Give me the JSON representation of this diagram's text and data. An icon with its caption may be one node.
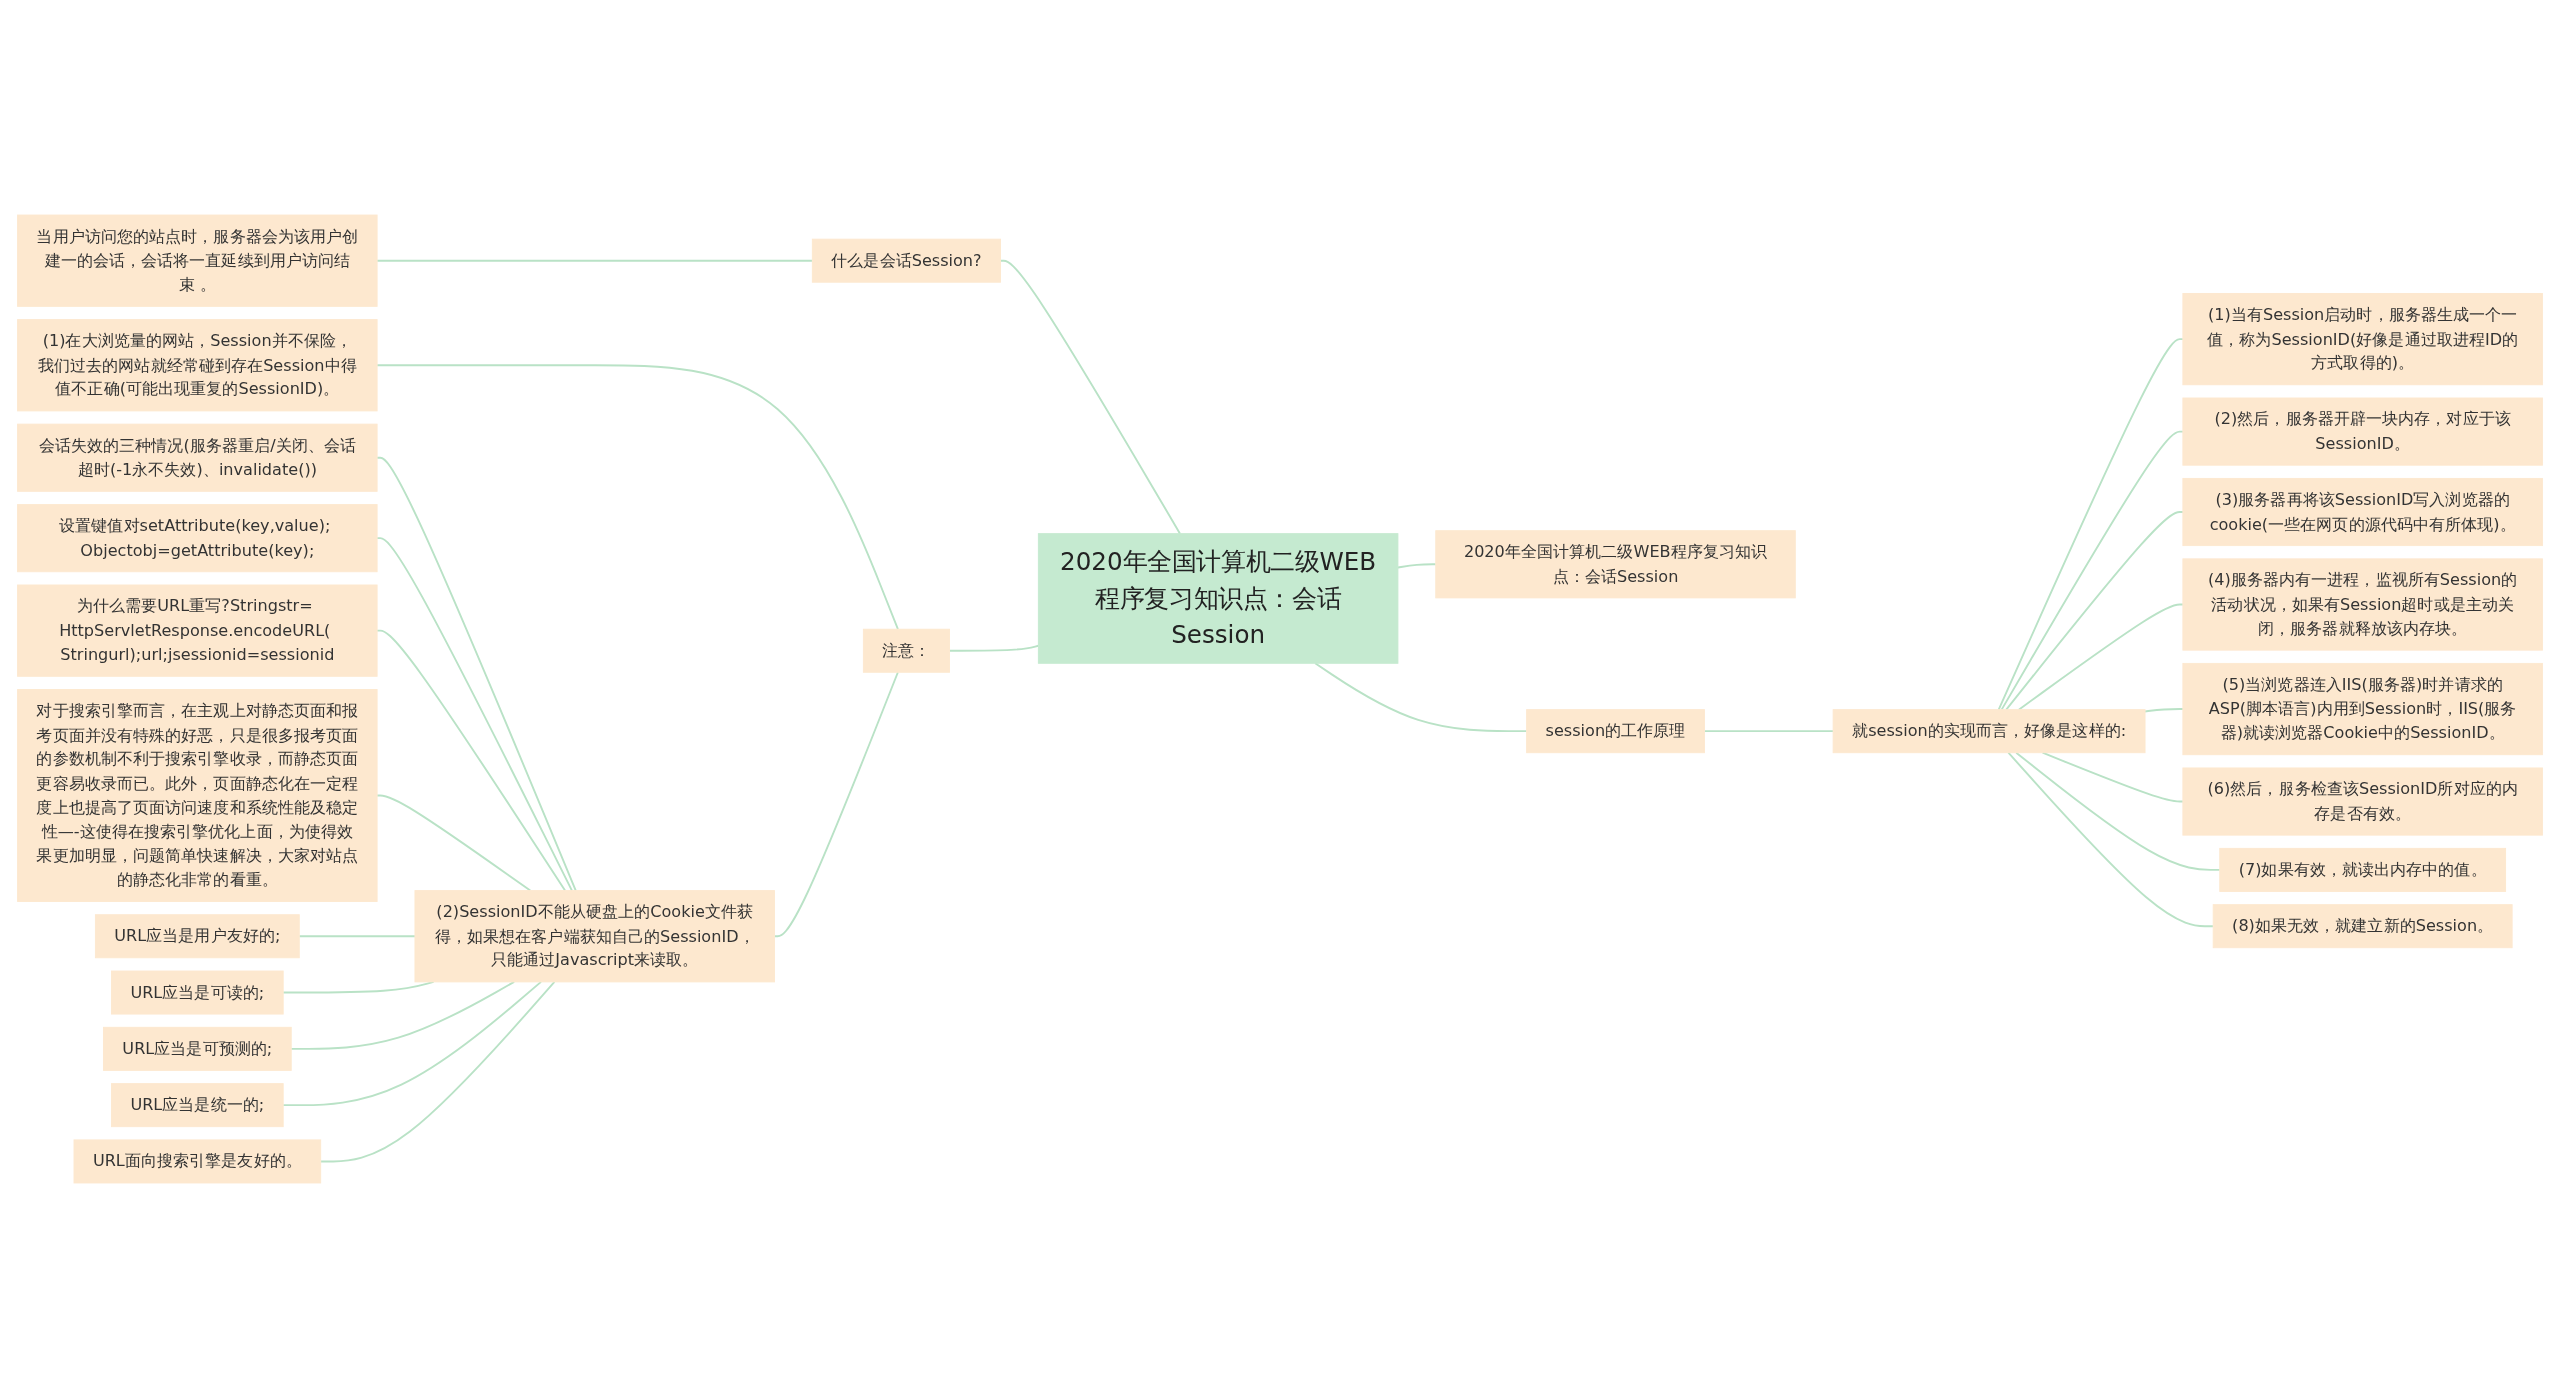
{
  "diagram": {
    "nodes": [
      {
        "text": [
          "2020年全国计算机二级WEB程序复习知识点：会话Session"
        ]
      },
      {
        "text": [
          "什么是会话Session?"
        ]
      },
      {
        "text": [
          "当用户访问您的站点时，服务器会为该用户创建一的会话，会话将一直延续到用户访问结束 。"
        ]
      },
      {
        "text": [
          "注意："
        ]
      },
      {
        "text": [
          "(1)在大浏览量的网站，Session并不保险，我们过去的网站就经常碰到存在Session中得值不正确(可能出现重复的SessionID)。"
        ]
      },
      {
        "text": [
          "(2)SessionID不能从硬盘上的Cookie文件获得，如果想在客户端获知自己的SessionID，只能通过Javascript来读取。"
        ]
      },
      {
        "text": [
          "会话失效的三种情况(服务器重启/关闭、会话超时(-1永不失效)、invalidate())"
        ]
      },
      {
        "text": [
          "设置键值对setAttribute(key,value); Objectobj=getAttribute(key);"
        ]
      },
      {
        "text": [
          "为什么需要URL重写?Stringstr= HttpServletResponse.encodeURL( Stringurl);url;jsessionid=sessionid"
        ]
      },
      {
        "text": [
          "对于搜索引擎而言，在主观上对静态页面和报考页面并没有特殊的好恶，只是很多报考页面的参数机制不利于搜索引擎收录，而静态页面更容易收录而已。此外，页面静态化在一定程度上也提高了页面访问速度和系统性能及稳定性—-这使得在搜索引擎优化上面，为使得效果更加明显，问题简单快速解决，大家对站点的静态化非常的看重。"
        ]
      },
      {
        "text": [
          "URL应当是用户友好的;"
        ]
      },
      {
        "text": [
          "URL应当是可读的;"
        ]
      },
      {
        "text": [
          "URL应当是可预测的;"
        ]
      },
      {
        "text": [
          "URL应当是统一的;"
        ]
      },
      {
        "text": [
          "URL面向搜索引擎是友好的。"
        ]
      },
      {
        "text": [
          "2020年全国计算机二级WEB程序复习知识点：会话Session"
        ]
      },
      {
        "text": [
          "session的工作原理"
        ]
      },
      {
        "text": [
          "就session的实现而言，好像是这样的:"
        ]
      },
      {
        "text": [
          "(1)当有Session启动时，服务器生成一个一值，称为SessionID(好像是通过取进程ID的方式取得的)。"
        ]
      },
      {
        "text": [
          "(2)然后，服务器开辟一块内存，对应于该SessionID。"
        ]
      },
      {
        "text": [
          "(3)服务器再将该SessionID写入浏览器的cookie(一些在网页的源代码中有所体现)。"
        ]
      },
      {
        "text": [
          "(4)服务器内有一进程，监视所有Session的活动状况，如果有Session超时或是主动关闭，服务器就释放该内存块。"
        ]
      },
      {
        "text": [
          "(5)当浏览器连入IIS(服务器)时并请求的ASP(脚本语言)内用到Session时，IIS(服务器)就读浏览器Cookie中的SessionID。"
        ]
      },
      {
        "text": [
          "(6)然后，服务检查该SessionID所对应的内存是否有效。"
        ]
      },
      {
        "text": [
          "(7)如果有效，就读出内存中的值。"
        ]
      },
      {
        "text": [
          "(8)如果无效，就建立新的Session。"
        ]
      }
    ],
    "edges": [
      {
        "from": 0,
        "to": 1,
        "arrow": "none"
      },
      {
        "from": 1,
        "to": 2,
        "arrow": "none"
      },
      {
        "from": 0,
        "to": 3,
        "arrow": "none"
      },
      {
        "from": 3,
        "to": 4,
        "arrow": "none"
      },
      {
        "from": 3,
        "to": 5,
        "arrow": "none"
      },
      {
        "from": 5,
        "to": 6,
        "arrow": "none"
      },
      {
        "from": 5,
        "to": 7,
        "arrow": "none"
      },
      {
        "from": 5,
        "to": 8,
        "arrow": "none"
      },
      {
        "from": 5,
        "to": 9,
        "arrow": "none"
      },
      {
        "from": 5,
        "to": 10,
        "arrow": "none"
      },
      {
        "from": 5,
        "to": 11,
        "arrow": "none"
      },
      {
        "from": 5,
        "to": 12,
        "arrow": "none"
      },
      {
        "from": 5,
        "to": 13,
        "arrow": "none"
      },
      {
        "from": 5,
        "to": 14,
        "arrow": "none"
      },
      {
        "from": 0,
        "to": 15,
        "arrow": "none"
      },
      {
        "from": 0,
        "to": 16,
        "arrow": "none"
      },
      {
        "from": 16,
        "to": 17,
        "arrow": "none"
      },
      {
        "from": 17,
        "to": 18,
        "arrow": "none"
      },
      {
        "from": 17,
        "to": 19,
        "arrow": "none"
      },
      {
        "from": 17,
        "to": 20,
        "arrow": "none"
      },
      {
        "from": 17,
        "to": 21,
        "arrow": "none"
      },
      {
        "from": 17,
        "to": 22,
        "arrow": "none"
      },
      {
        "from": 17,
        "to": 23,
        "arrow": "none"
      },
      {
        "from": 17,
        "to": 24,
        "arrow": "none"
      },
      {
        "from": 17,
        "to": 25,
        "arrow": "none"
      }
    ]
  }
}
